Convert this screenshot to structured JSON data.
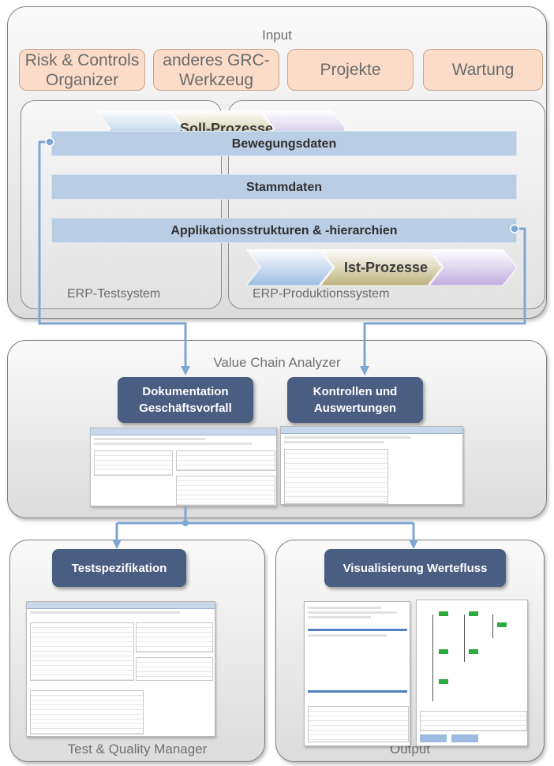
{
  "input_panel": {
    "title": "Input",
    "sources": [
      "Risk & Controls Organizer",
      "anderes GRC-Werkzeug",
      "Projekte",
      "Wartung"
    ],
    "soll_prozesse": "Soll-Prozesse",
    "ist_prozesse": "Ist-Prozesse",
    "bars": [
      "Bewegungsdaten",
      "Stammdaten",
      "Applikationsstrukturen & -hierarchien"
    ],
    "test_system_label": "ERP-Testsystem",
    "production_system_label": "ERP-Produktionssystem"
  },
  "vca_panel": {
    "title": "Value Chain Analyzer",
    "badges": [
      "Dokumentation Geschäftsvorfall",
      "Kontrollen und Auswertungen"
    ]
  },
  "tqm_panel": {
    "title": "Test & Quality Manager",
    "badge": "Testspezifikation"
  },
  "output_panel": {
    "title": "Output",
    "badge": "Visualisierung Wertefluss"
  },
  "colors": {
    "source_fill": "#fbdcc8",
    "data_bar": "#b9cde5",
    "badge": "#4a5e82",
    "connector": "#7fa6d3",
    "chevron_blue": "#b6cfea",
    "chevron_olive": "#c9c29a",
    "chevron_lilac": "#cfc3e6"
  }
}
